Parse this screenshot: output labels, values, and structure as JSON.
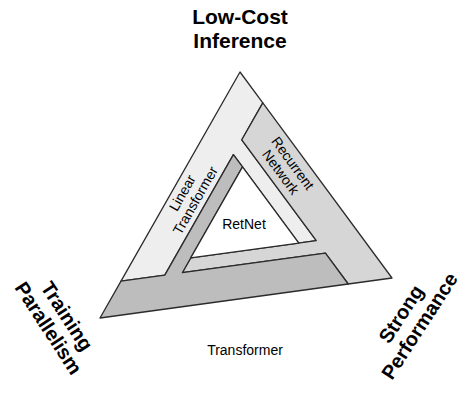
{
  "diagram": {
    "labels": [
      "Low-Cost Inference",
      "Linear Transformer",
      "Recurrent Network",
      "RetNet",
      "Training Parallelism",
      "Strong Performance",
      "Transformer"
    ]
  }
}
